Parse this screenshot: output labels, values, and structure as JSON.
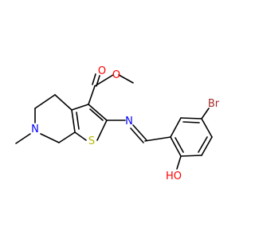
{
  "colors": {
    "background": "#ffffff",
    "bond": "#000000",
    "carbon_label": "#000000",
    "oxygen": "#ff0000",
    "nitrogen": "#0000ff",
    "sulfur": "#b8b800",
    "bromine": "#a52a2a"
  },
  "atoms": {
    "ester_carbonyl_o": "O",
    "ester_ether_o": "O",
    "ring_n": "N",
    "imine_n": "N",
    "thiophene_s": "S",
    "bromine": "Br",
    "hydroxyl": "HO"
  }
}
